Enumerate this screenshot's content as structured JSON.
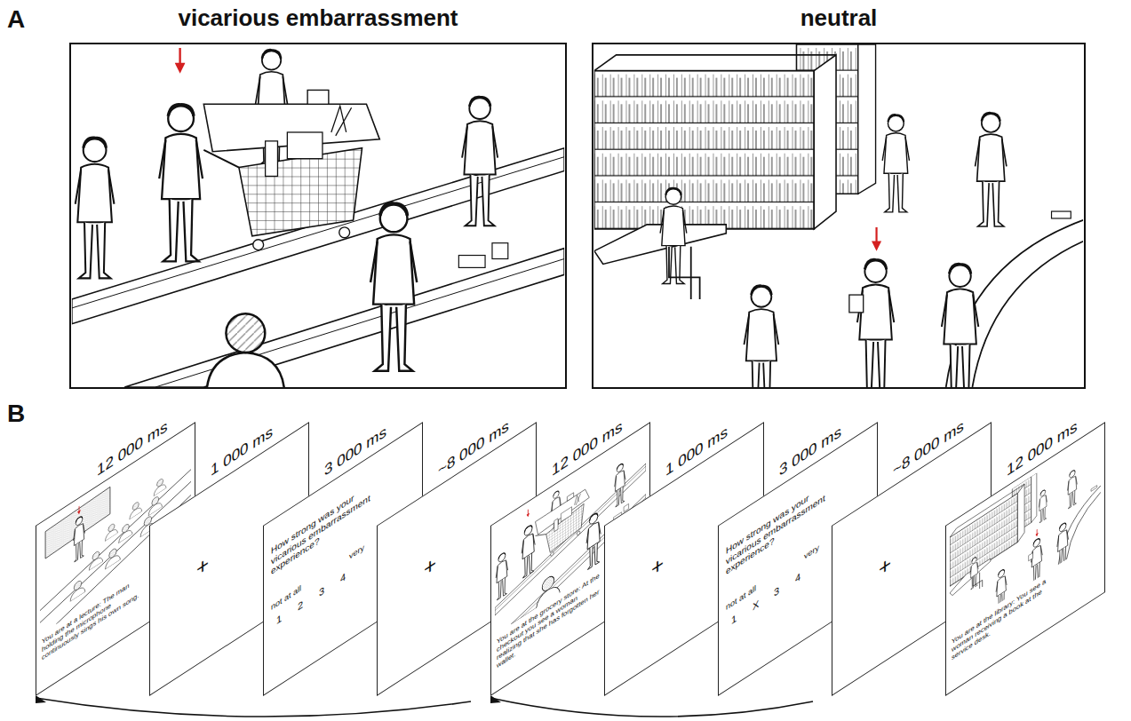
{
  "diagram": {
    "nodes": [
      {
        "text": [
          "vicarious embarrassment"
        ]
      },
      {
        "text": [
          "neutral"
        ]
      },
      {
        "text": [
          "12 000 ms",
          "You are at a lecture: The man holding the microphone continuously sings his own song."
        ]
      },
      {
        "text": [
          "1 000 ms",
          "+"
        ]
      },
      {
        "text": [
          "3 000 ms",
          "How strong was your vicarious embarrassment experience?",
          "not at all",
          "very",
          "1",
          "2",
          "3",
          "4"
        ]
      },
      {
        "text": [
          "~8 000 ms",
          "+"
        ]
      },
      {
        "text": [
          "12 000 ms",
          "You are at the grocery store: At the checkout you see a woman realizing that she has forgotten her wallet."
        ]
      },
      {
        "text": [
          "1 000 ms",
          "+"
        ]
      },
      {
        "text": [
          "3 000 ms",
          "How strong was your vicarious embarrassment experience?",
          "not at all",
          "very",
          "1",
          "X",
          "3",
          "4"
        ]
      },
      {
        "text": [
          "~8 000 ms",
          "+"
        ]
      },
      {
        "text": [
          "12 000 ms",
          "You are at the library: You see a woman receiving a book at the service desk."
        ]
      }
    ],
    "labels": [
      "A",
      "B"
    ]
  }
}
